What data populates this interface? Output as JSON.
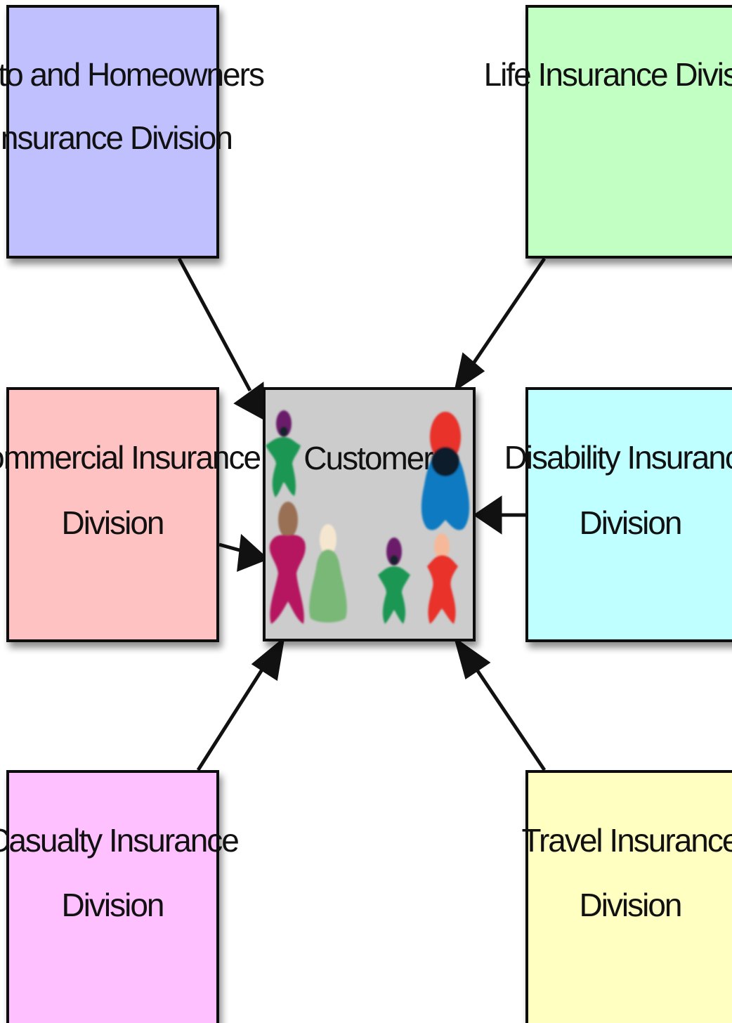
{
  "divisions": {
    "auto_home": {
      "line1": "Auto and  Homeowners",
      "line2": "Insurance Division",
      "color": "#c0c0ff"
    },
    "life": {
      "line1": "Life Insurance Division",
      "color": "#c2ffc2"
    },
    "commercial": {
      "line1": "Commercial Insurance",
      "line2": "Division",
      "color": "#ffc2c2"
    },
    "disability": {
      "line1": "Disability Insurance",
      "line2": "Division",
      "color": "#c0ffff"
    },
    "casualty": {
      "line1": "Casualty Insurance",
      "line2": "Division",
      "color": "#ffc0ff"
    },
    "travel": {
      "line1": "Travel Insurance",
      "line2": "Division",
      "color": "#ffffc2"
    }
  },
  "customer": {
    "label": "Customer",
    "color": "#cccccc"
  }
}
